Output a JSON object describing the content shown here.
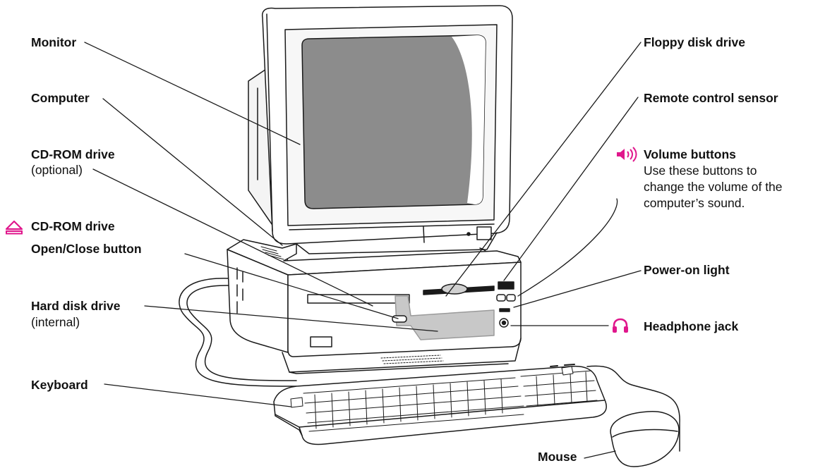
{
  "labels": {
    "monitor": "Monitor",
    "computer": "Computer",
    "cdrom": "CD-ROM drive",
    "cdrom_note": "(optional)",
    "cd_open_line1": "CD-ROM drive",
    "cd_open_line2": "Open/Close button",
    "hard_disk": "Hard disk drive",
    "hard_disk_note": "(internal)",
    "keyboard": "Keyboard",
    "floppy": "Floppy disk drive",
    "remote": "Remote control sensor",
    "volume": "Volume buttons",
    "volume_desc_1": "Use these buttons to",
    "volume_desc_2": "change the volume of the",
    "volume_desc_3": "computer’s sound.",
    "power_light": "Power-on light",
    "headphone": "Headphone jack",
    "mouse": "Mouse"
  },
  "icons": {
    "eject": "eject-icon",
    "speaker": "speaker-volume-icon",
    "headphones": "headphones-icon"
  },
  "colors": {
    "accent": "#e0178c",
    "line": "#1a1a1a",
    "screen": "#8c8c8c",
    "drive_highlight": "#c8c8c8"
  }
}
